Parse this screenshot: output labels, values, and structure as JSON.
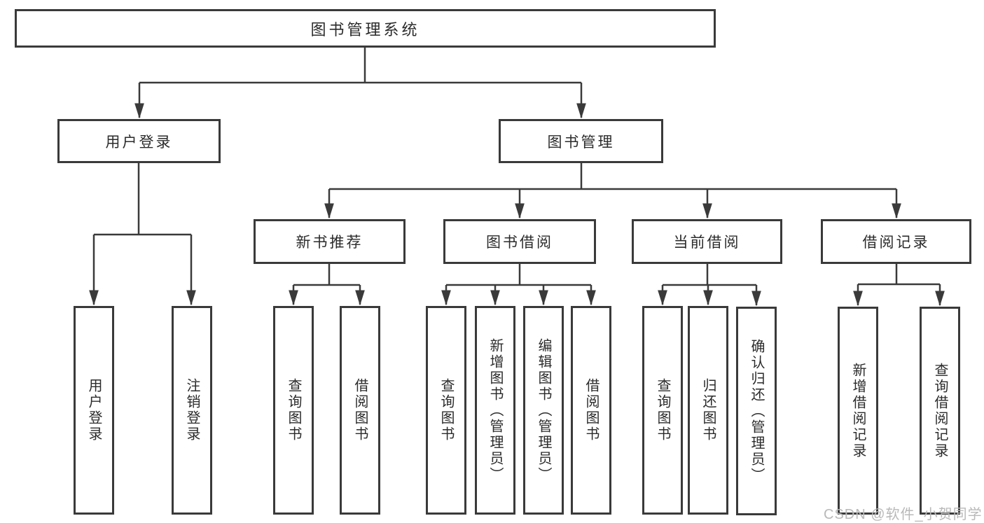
{
  "diagram_title": "图书管理系统",
  "nodes": {
    "root": "图书管理系统",
    "level2": [
      {
        "label": "用户登录"
      },
      {
        "label": "图书管理"
      }
    ],
    "level3": [
      {
        "label": "新书推荐"
      },
      {
        "label": "图书借阅"
      },
      {
        "label": "当前借阅"
      },
      {
        "label": "借阅记录"
      }
    ],
    "leaves": [
      {
        "label": "用户登录"
      },
      {
        "label": "注销登录"
      },
      {
        "label": "查询图书"
      },
      {
        "label": "借阅图书"
      },
      {
        "label": "查询图书"
      },
      {
        "label": "新增图书（管理员）"
      },
      {
        "label": "编辑图书（管理员）"
      },
      {
        "label": "借阅图书"
      },
      {
        "label": "查询图书"
      },
      {
        "label": "归还图书"
      },
      {
        "label": "确认归还（管理员）"
      },
      {
        "label": "新增借阅记录"
      },
      {
        "label": "查询借阅记录"
      }
    ]
  },
  "watermark": "CSDN @软件_小贺同学",
  "colors": {
    "line": "#3a3a3a",
    "text": "#2b2b2b",
    "watermark": "#b9b9b9",
    "background": "#ffffff"
  }
}
